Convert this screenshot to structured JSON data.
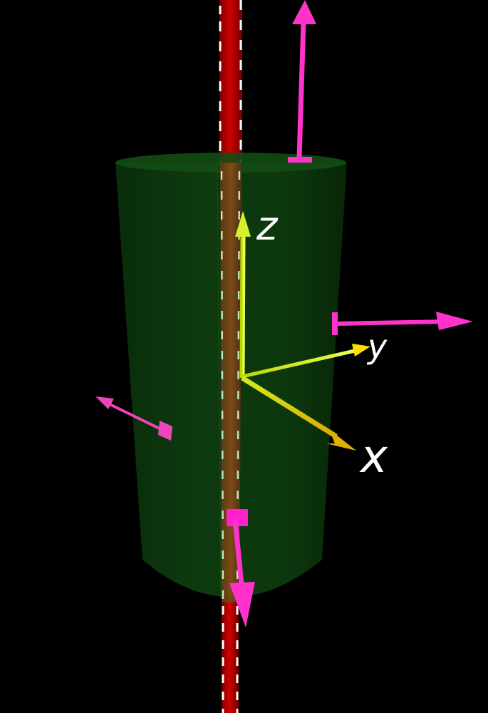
{
  "scene": {
    "background": "#000000",
    "cylinder_color": "#0f3d10",
    "line_charge_color": "#c40000",
    "line_charge_dash_color": "#ffffff",
    "normal_vector_color": "#ff33cc",
    "axis_color": "#ccee22",
    "axis_labels": {
      "z": "z",
      "y": "y",
      "x": "x"
    }
  }
}
